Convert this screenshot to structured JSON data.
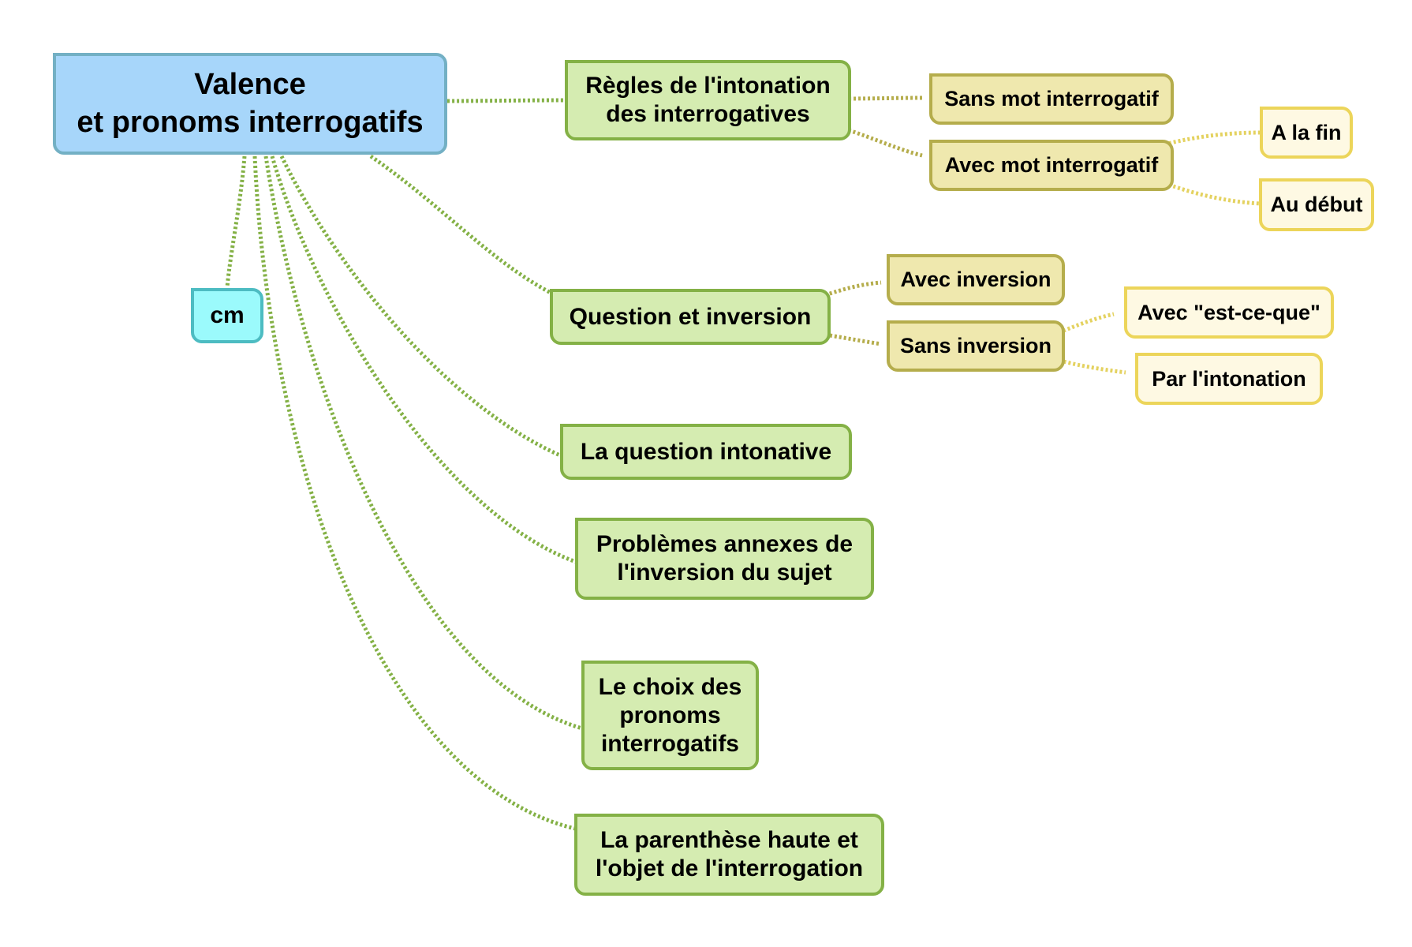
{
  "colors": {
    "root_fill": "#a7d6fa",
    "root_border": "#73b0c4",
    "callout_fill": "#9bfafc",
    "callout_border": "#4dbcc2",
    "level1_fill": "#d5ecb1",
    "level1_border": "#84b146",
    "level2_fill": "#efe8ae",
    "level2_border": "#b5ad4c",
    "level3_fill": "#fef9e3",
    "level3_border": "#ecd55a"
  },
  "mindmap": {
    "root": {
      "label": "Valence\net pronoms interrogatifs"
    },
    "callout": {
      "label": "cm"
    },
    "branches": [
      {
        "label": "Règles de l'intonation\ndes interrogatives",
        "children": [
          {
            "label": "Sans mot interrogatif",
            "children": []
          },
          {
            "label": "Avec mot interrogatif",
            "children": [
              {
                "label": "A la fin"
              },
              {
                "label": "Au début"
              }
            ]
          }
        ]
      },
      {
        "label": "Question et inversion",
        "children": [
          {
            "label": "Avec inversion",
            "children": []
          },
          {
            "label": "Sans inversion",
            "children": [
              {
                "label": "Avec \"est-ce-que\""
              },
              {
                "label": "Par  l'intonation"
              }
            ]
          }
        ]
      },
      {
        "label": "La question intonative",
        "children": []
      },
      {
        "label": "Problèmes annexes de\nl'inversion du sujet",
        "children": []
      },
      {
        "label": "Le choix des\npronoms\ninterrogatifs",
        "children": []
      },
      {
        "label": "La parenthèse haute et\nl'objet de l'interrogation",
        "children": []
      }
    ]
  }
}
